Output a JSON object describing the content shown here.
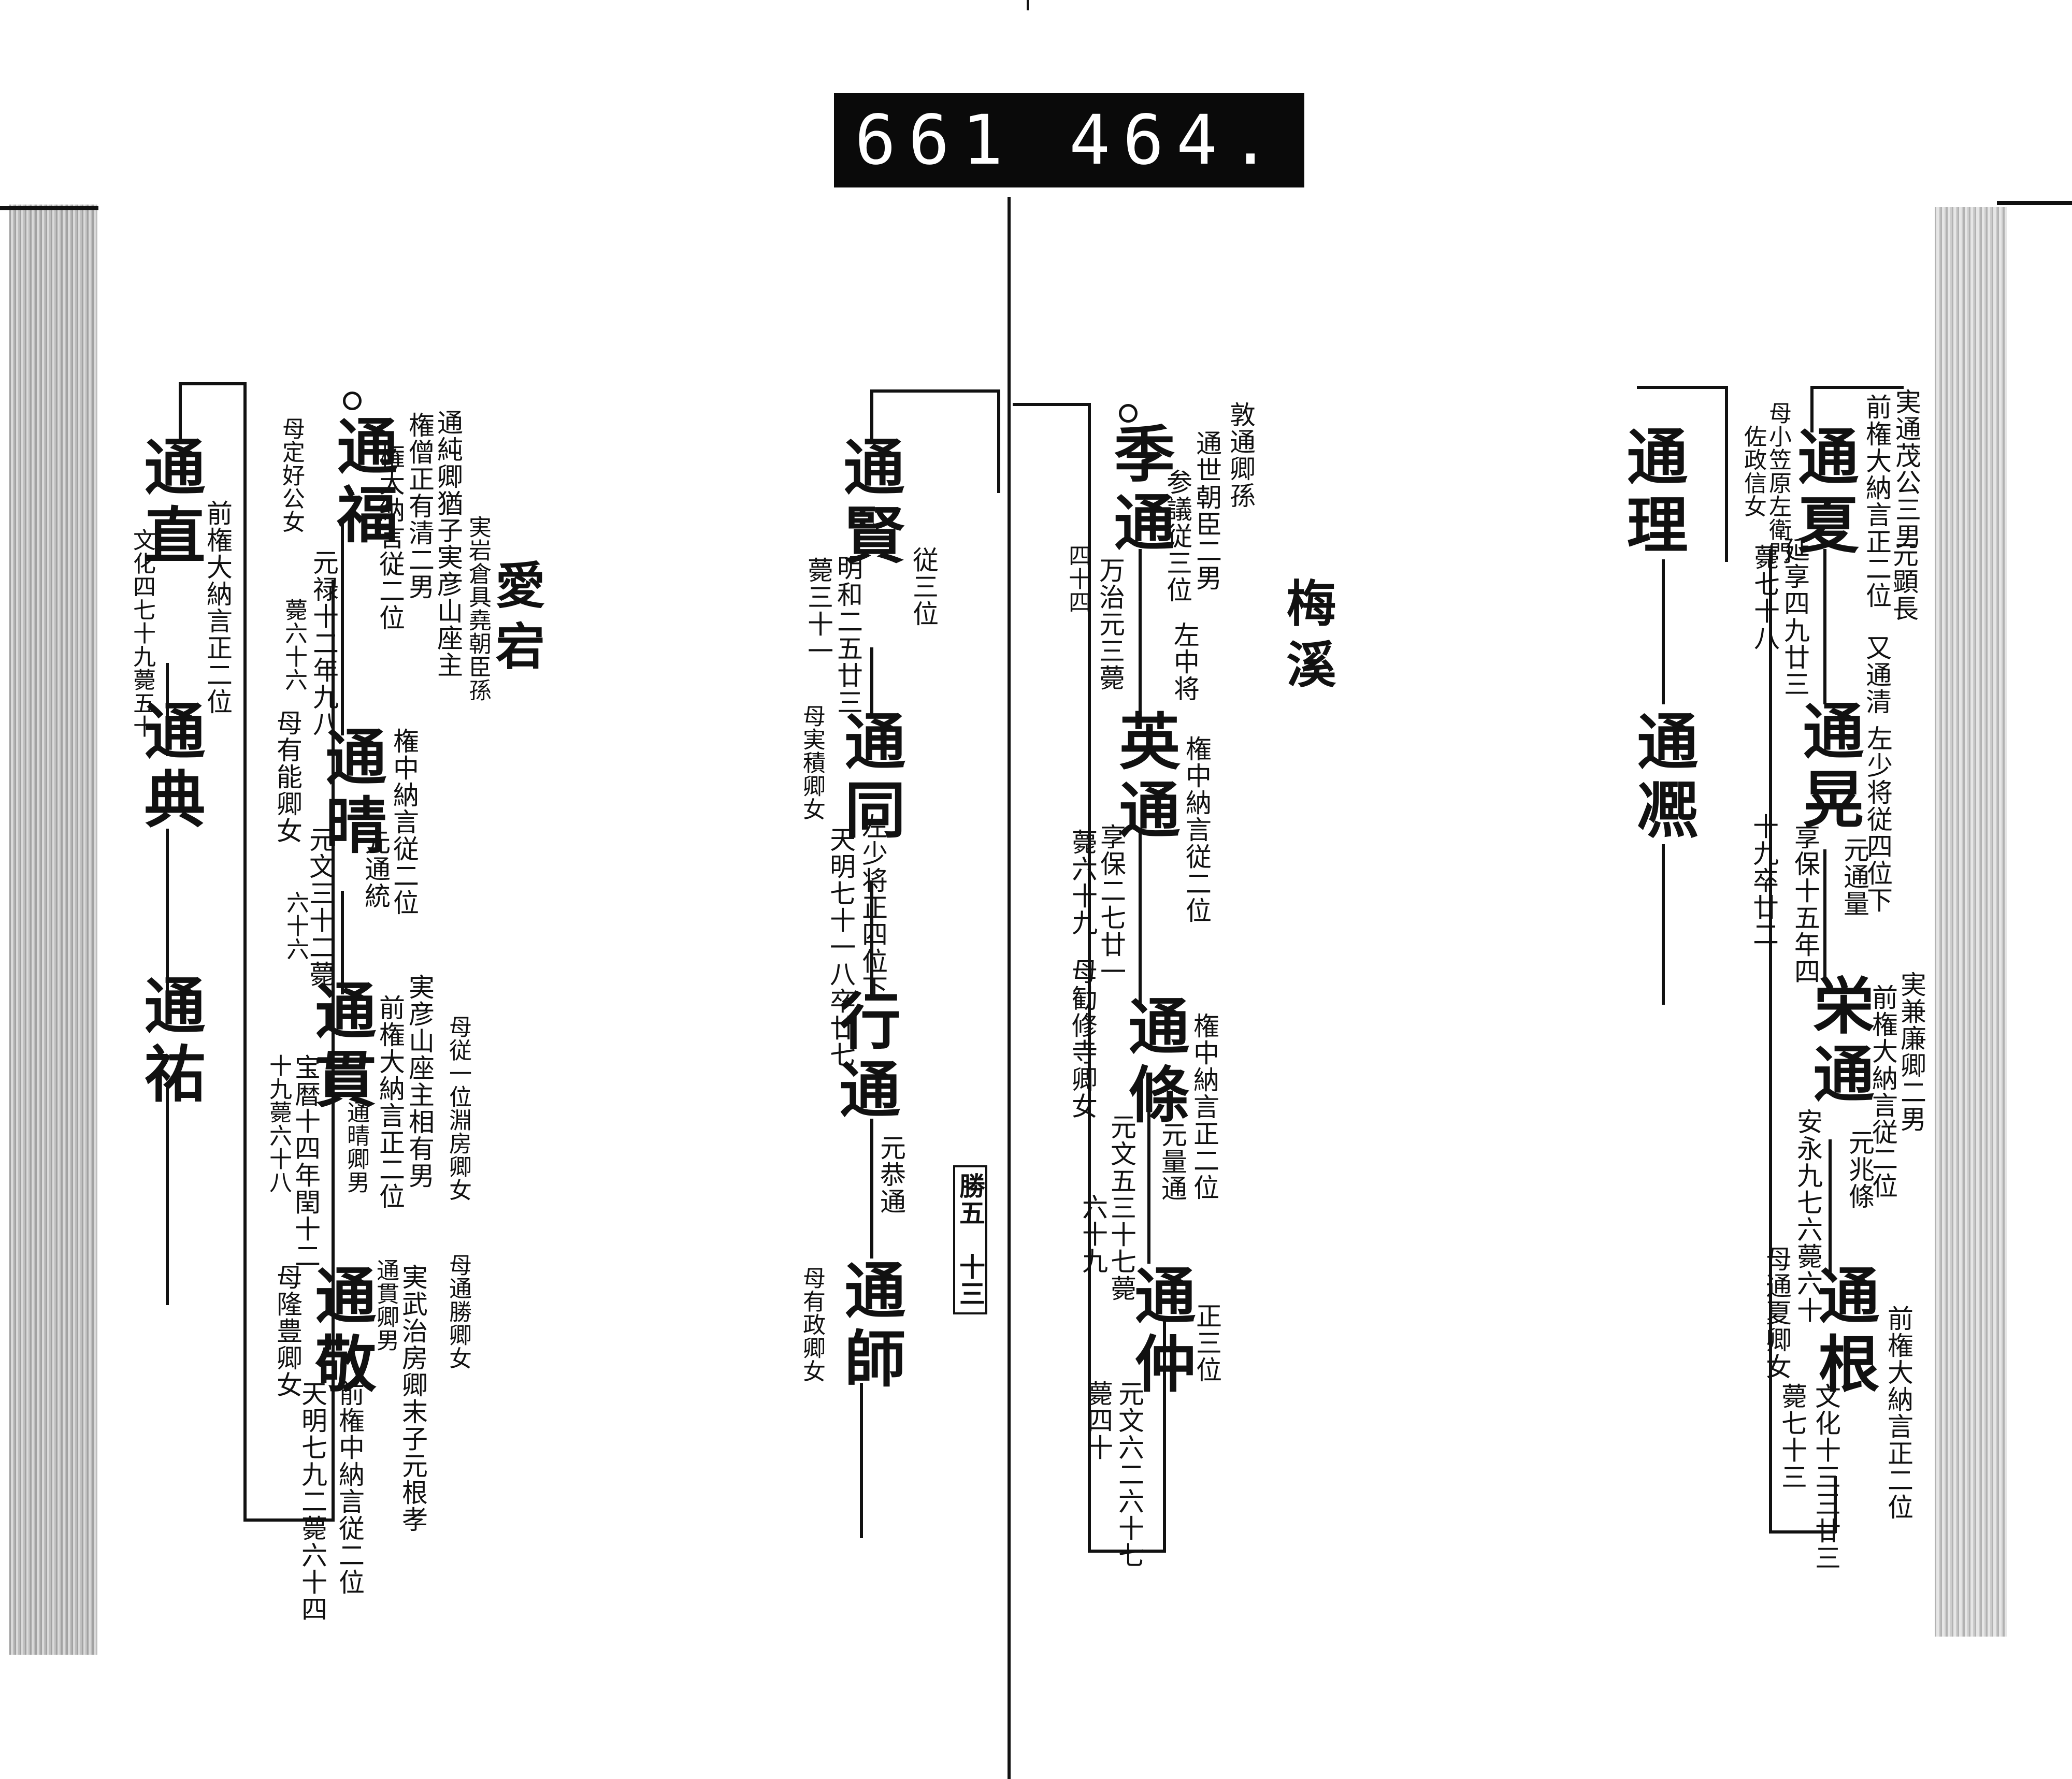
{
  "label": "661 464.",
  "page_marker": "勝五　十三",
  "aitagi": {
    "clan": "愛宕",
    "michinao": {
      "name": "通直",
      "n1": "前権大納言正二位",
      "n2": "文化四七十九薨五十"
    },
    "michinori": {
      "name": "通典"
    },
    "michisuke": {
      "name": "通祐"
    },
    "michifuku": {
      "name": "通福",
      "n1": "通純卿猶子実彦山座主",
      "n2": "実岩倉具堯朝臣孫",
      "n3": "権僧正有清二男",
      "n4": "権大納言従二位",
      "n5": "元禄十二年九八",
      "n6": "薨六十六",
      "n7": "母定好公女"
    },
    "michiharu": {
      "name": "通晴",
      "n1": "権中納言従二位",
      "n2": "元通統",
      "n3": "元文三十二薨",
      "n4": "六十六",
      "n5": "母有能卿女"
    },
    "michinuki": {
      "name": "通貫",
      "n1": "実彦山座主相有男",
      "n2": "前権大納言正二位",
      "n3": "通晴卿男",
      "n4": "宝暦十四年閏十二",
      "n5": "十九薨六十八",
      "n6": "母従一位淵房卿女"
    },
    "michitaka": {
      "name": "通敬",
      "n1": "実武治房卿末子元根孝",
      "n2": "通貫卿男",
      "n3": "前権中納言従二位",
      "n4": "天明七九二薨六十四",
      "n5": "母隆豊卿女",
      "n6": "母通勝卿女"
    }
  },
  "umetani": {
    "clan": "梅溪",
    "suemichi": {
      "name": "季通",
      "n1": "敦通卿孫",
      "n2": "通世朝臣二男",
      "n3": "参議従三位",
      "n4": "左中将",
      "n5": "万治元三薨",
      "n6": "四十四"
    },
    "hidemichi": {
      "name": "英通",
      "n1": "権中納言従二位",
      "n2": "享保二七廿一",
      "n3": "薨六十九",
      "n4": "母勧修寺卿女"
    },
    "michieda": {
      "name": "通條",
      "n1": "権中納言正二位",
      "n2": "元量通",
      "n3": "元文五三十七薨",
      "n4": "六十九"
    },
    "michinaka": {
      "name": "通仲",
      "n1": "正三位",
      "n2": "元文六二六十七",
      "n3": "薨四十"
    },
    "michikata": {
      "name": "通賢",
      "n1": "従三位",
      "n2": "明和二五廿三",
      "n3": "薨三十一",
      "n4": "母実積卿女"
    },
    "michitomo": {
      "name": "通同",
      "n1": "左少将正四位下",
      "n2": "天明七十一八卒廿七"
    },
    "yukimichi": {
      "name": "行通",
      "n1": "元恭通"
    },
    "michimoro": {
      "name": "通師",
      "n1": "母有政卿女"
    },
    "michinatsu": {
      "name": "通夏",
      "n1": "実通茂公三男",
      "n2": "元顕長",
      "n3": "前権大納言正二位",
      "n4": "又通清",
      "n5": "延享四九廿三",
      "n6": "薨七十八",
      "n7": "母小笠原左衛門",
      "n8": "佐政信女"
    },
    "michiaki": {
      "name": "通晃",
      "n1": "左少将従四位下",
      "n2": "元通量",
      "n3": "享保十五年四",
      "n4": "十九卒廿二"
    },
    "munemichi": {
      "name": "栄通",
      "n1": "実兼廉卿二男",
      "n2": "前権大納言従二位",
      "n3": "元兆條",
      "n4": "安永九七六薨六十",
      "n5": "母通夏卿女"
    },
    "michine": {
      "name": "通根",
      "n1": "前権大納言正二位",
      "n2": "文化十三三廿三",
      "n3": "薨七十三"
    },
    "michimasa": {
      "name": "通理"
    },
    "michihiro": {
      "name": "通凞"
    }
  }
}
